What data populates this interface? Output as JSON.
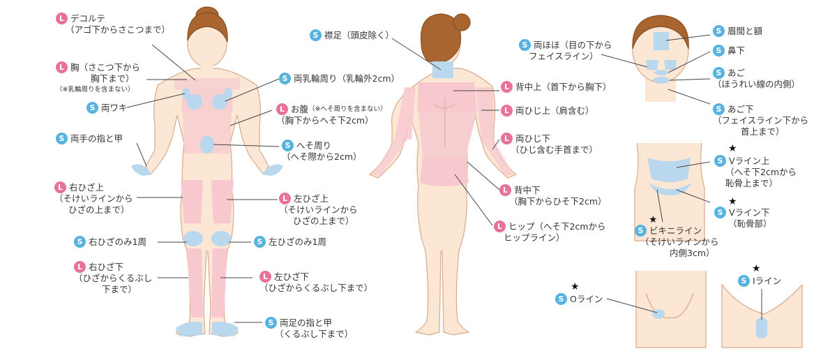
{
  "colors": {
    "L_badge": "#e8719b",
    "S_badge": "#56b3df",
    "L_zone": "#f7c9cf",
    "S_zone": "#b9d8ee",
    "skin": "#fbe7d4",
    "skin_outline": "#d9a98b",
    "hair": "#a9652f",
    "leader": "#444444"
  },
  "star_glyph": "★",
  "labels": [
    {
      "id": "decollete",
      "type": "L",
      "lines": [
        "デコルテ",
        "（アゴ下からさこつまで）"
      ]
    },
    {
      "id": "chest",
      "type": "L",
      "lines": [
        "胸（さこつ下から",
        "胸下まで）"
      ],
      "note": "（※乳輪周りを含まない）"
    },
    {
      "id": "armpit",
      "type": "S",
      "lines": [
        "両ワキ"
      ]
    },
    {
      "id": "hands",
      "type": "S",
      "lines": [
        "両手の指と甲"
      ]
    },
    {
      "id": "nipple",
      "type": "S",
      "lines": [
        "両乳輪周り（乳輪外2cm）"
      ]
    },
    {
      "id": "belly",
      "type": "L",
      "lines": [
        "お腹",
        "（胸下からへそ下2cm）"
      ],
      "inline_note": "（※へそ周りを含まない）"
    },
    {
      "id": "navel",
      "type": "S",
      "lines": [
        "へそ周り",
        "（へそ際から2cm）"
      ]
    },
    {
      "id": "r_thigh",
      "type": "L",
      "lines": [
        "右ひざ上",
        "（そけいラインから",
        "ひざの上まで）"
      ]
    },
    {
      "id": "l_thigh",
      "type": "L",
      "lines": [
        "左ひざ上",
        "（そけいラインから",
        "ひざの上まで）"
      ]
    },
    {
      "id": "r_knee",
      "type": "S",
      "lines": [
        "右ひざのみ1周"
      ]
    },
    {
      "id": "l_knee",
      "type": "S",
      "lines": [
        "左ひざのみ1周"
      ]
    },
    {
      "id": "r_shin",
      "type": "L",
      "lines": [
        "右ひざ下",
        "（ひざからくるぶし",
        "下まで）"
      ]
    },
    {
      "id": "l_shin",
      "type": "L",
      "lines": [
        "左ひざ下",
        "（ひざからくるぶし下まで）"
      ]
    },
    {
      "id": "feet",
      "type": "S",
      "lines": [
        "両足の指と甲",
        "（くるぶし下まで）"
      ]
    },
    {
      "id": "nape",
      "type": "S",
      "lines": [
        "襟足（頭皮除く）"
      ]
    },
    {
      "id": "upper_back",
      "type": "L",
      "lines": [
        "背中上（首下から胸下）"
      ]
    },
    {
      "id": "upper_arm",
      "type": "L",
      "lines": [
        "両ひじ上（肩含む）"
      ]
    },
    {
      "id": "lower_arm",
      "type": "L",
      "lines": [
        "両ひじ下",
        "（ひじ含む手首まで）"
      ]
    },
    {
      "id": "lower_back",
      "type": "L",
      "lines": [
        "背中下",
        "（胸下からひそ下2cm）"
      ]
    },
    {
      "id": "hip",
      "type": "L",
      "lines": [
        "ヒップ（へそ下2cmから",
        "ヒップライン）"
      ]
    },
    {
      "id": "cheeks",
      "type": "S",
      "lines": [
        "両ほほ（目の下から",
        "フェイスライン）"
      ]
    },
    {
      "id": "brow",
      "type": "S",
      "lines": [
        "眉間と額"
      ]
    },
    {
      "id": "nose",
      "type": "S",
      "lines": [
        "鼻下"
      ]
    },
    {
      "id": "chin",
      "type": "S",
      "lines": [
        "あご",
        "（ほうれい線の内側）"
      ]
    },
    {
      "id": "under_chin",
      "type": "S",
      "lines": [
        "あご下",
        "（フェイスライン下から",
        "首上まで）"
      ]
    },
    {
      "id": "v_upper",
      "type": "S",
      "lines": [
        "Vライン上",
        "（へそ下2cmから",
        "恥骨上まで）"
      ],
      "star": true
    },
    {
      "id": "v_lower",
      "type": "S",
      "lines": [
        "Vライン下",
        "（恥骨部）"
      ],
      "star": true
    },
    {
      "id": "bikini",
      "type": "S",
      "lines": [
        "ビキニライン",
        "（そけいラインから",
        "内側3cm）"
      ],
      "star": true
    },
    {
      "id": "o_line",
      "type": "S",
      "lines": [
        "Oライン"
      ],
      "star": true
    },
    {
      "id": "i_line",
      "type": "S",
      "lines": [
        "Iライン"
      ],
      "star": true
    }
  ]
}
